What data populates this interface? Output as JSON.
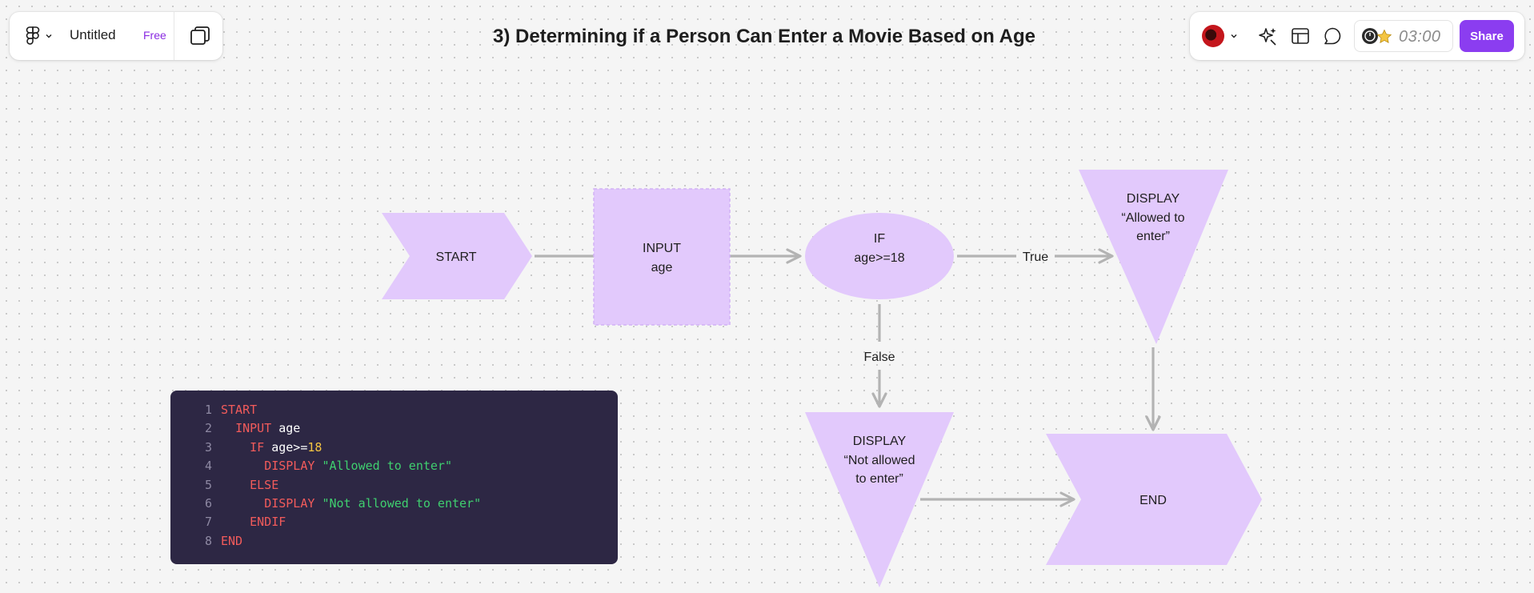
{
  "toolbar": {
    "file_name": "Untitled",
    "plan_badge": "Free",
    "menu_icon": "figma-logo-icon",
    "pages_icon": "pages-icon"
  },
  "title": "3) Determining if a Person Can Enter a Movie Based on Age",
  "right_toolbar": {
    "timer": "03:00",
    "share_label": "Share",
    "icons": [
      "avatar",
      "ai-sparkle-icon",
      "layout-icon",
      "comment-icon",
      "timer-icon"
    ]
  },
  "colors": {
    "shape_fill": "#e2c9fc",
    "connector": "#b3b3b3",
    "share_button": "#8b3df0",
    "code_background": "#2d2744"
  },
  "flowchart": {
    "start": "START",
    "input": [
      "INPUT",
      "age"
    ],
    "decision": [
      "IF",
      "age>=18"
    ],
    "true_label": "True",
    "false_label": "False",
    "display_allowed": [
      "DISPLAY",
      "“Allowed to",
      "enter”"
    ],
    "display_not_allowed": [
      "DISPLAY",
      "“Not allowed",
      "to enter”"
    ],
    "end": "END"
  },
  "code": [
    {
      "n": "1",
      "parts": [
        {
          "t": "START",
          "c": "kw"
        }
      ]
    },
    {
      "n": "2",
      "parts": [
        {
          "t": "  "
        },
        {
          "t": "INPUT",
          "c": "kw"
        },
        {
          "t": " age",
          "c": "id"
        }
      ]
    },
    {
      "n": "3",
      "parts": [
        {
          "t": "    "
        },
        {
          "t": "IF",
          "c": "kw"
        },
        {
          "t": " age>=",
          "c": "id"
        },
        {
          "t": "18",
          "c": "num"
        }
      ]
    },
    {
      "n": "4",
      "parts": [
        {
          "t": "      "
        },
        {
          "t": "DISPLAY",
          "c": "kw"
        },
        {
          "t": " "
        },
        {
          "t": "\"Allowed to enter\"",
          "c": "str"
        }
      ]
    },
    {
      "n": "5",
      "parts": [
        {
          "t": "    "
        },
        {
          "t": "ELSE",
          "c": "kw"
        }
      ]
    },
    {
      "n": "6",
      "parts": [
        {
          "t": "      "
        },
        {
          "t": "DISPLAY",
          "c": "kw"
        },
        {
          "t": " "
        },
        {
          "t": "\"Not allowed to enter\"",
          "c": "str"
        }
      ]
    },
    {
      "n": "7",
      "parts": [
        {
          "t": "    "
        },
        {
          "t": "ENDIF",
          "c": "kw"
        }
      ]
    },
    {
      "n": "8",
      "parts": [
        {
          "t": "END",
          "c": "kw"
        }
      ]
    }
  ]
}
